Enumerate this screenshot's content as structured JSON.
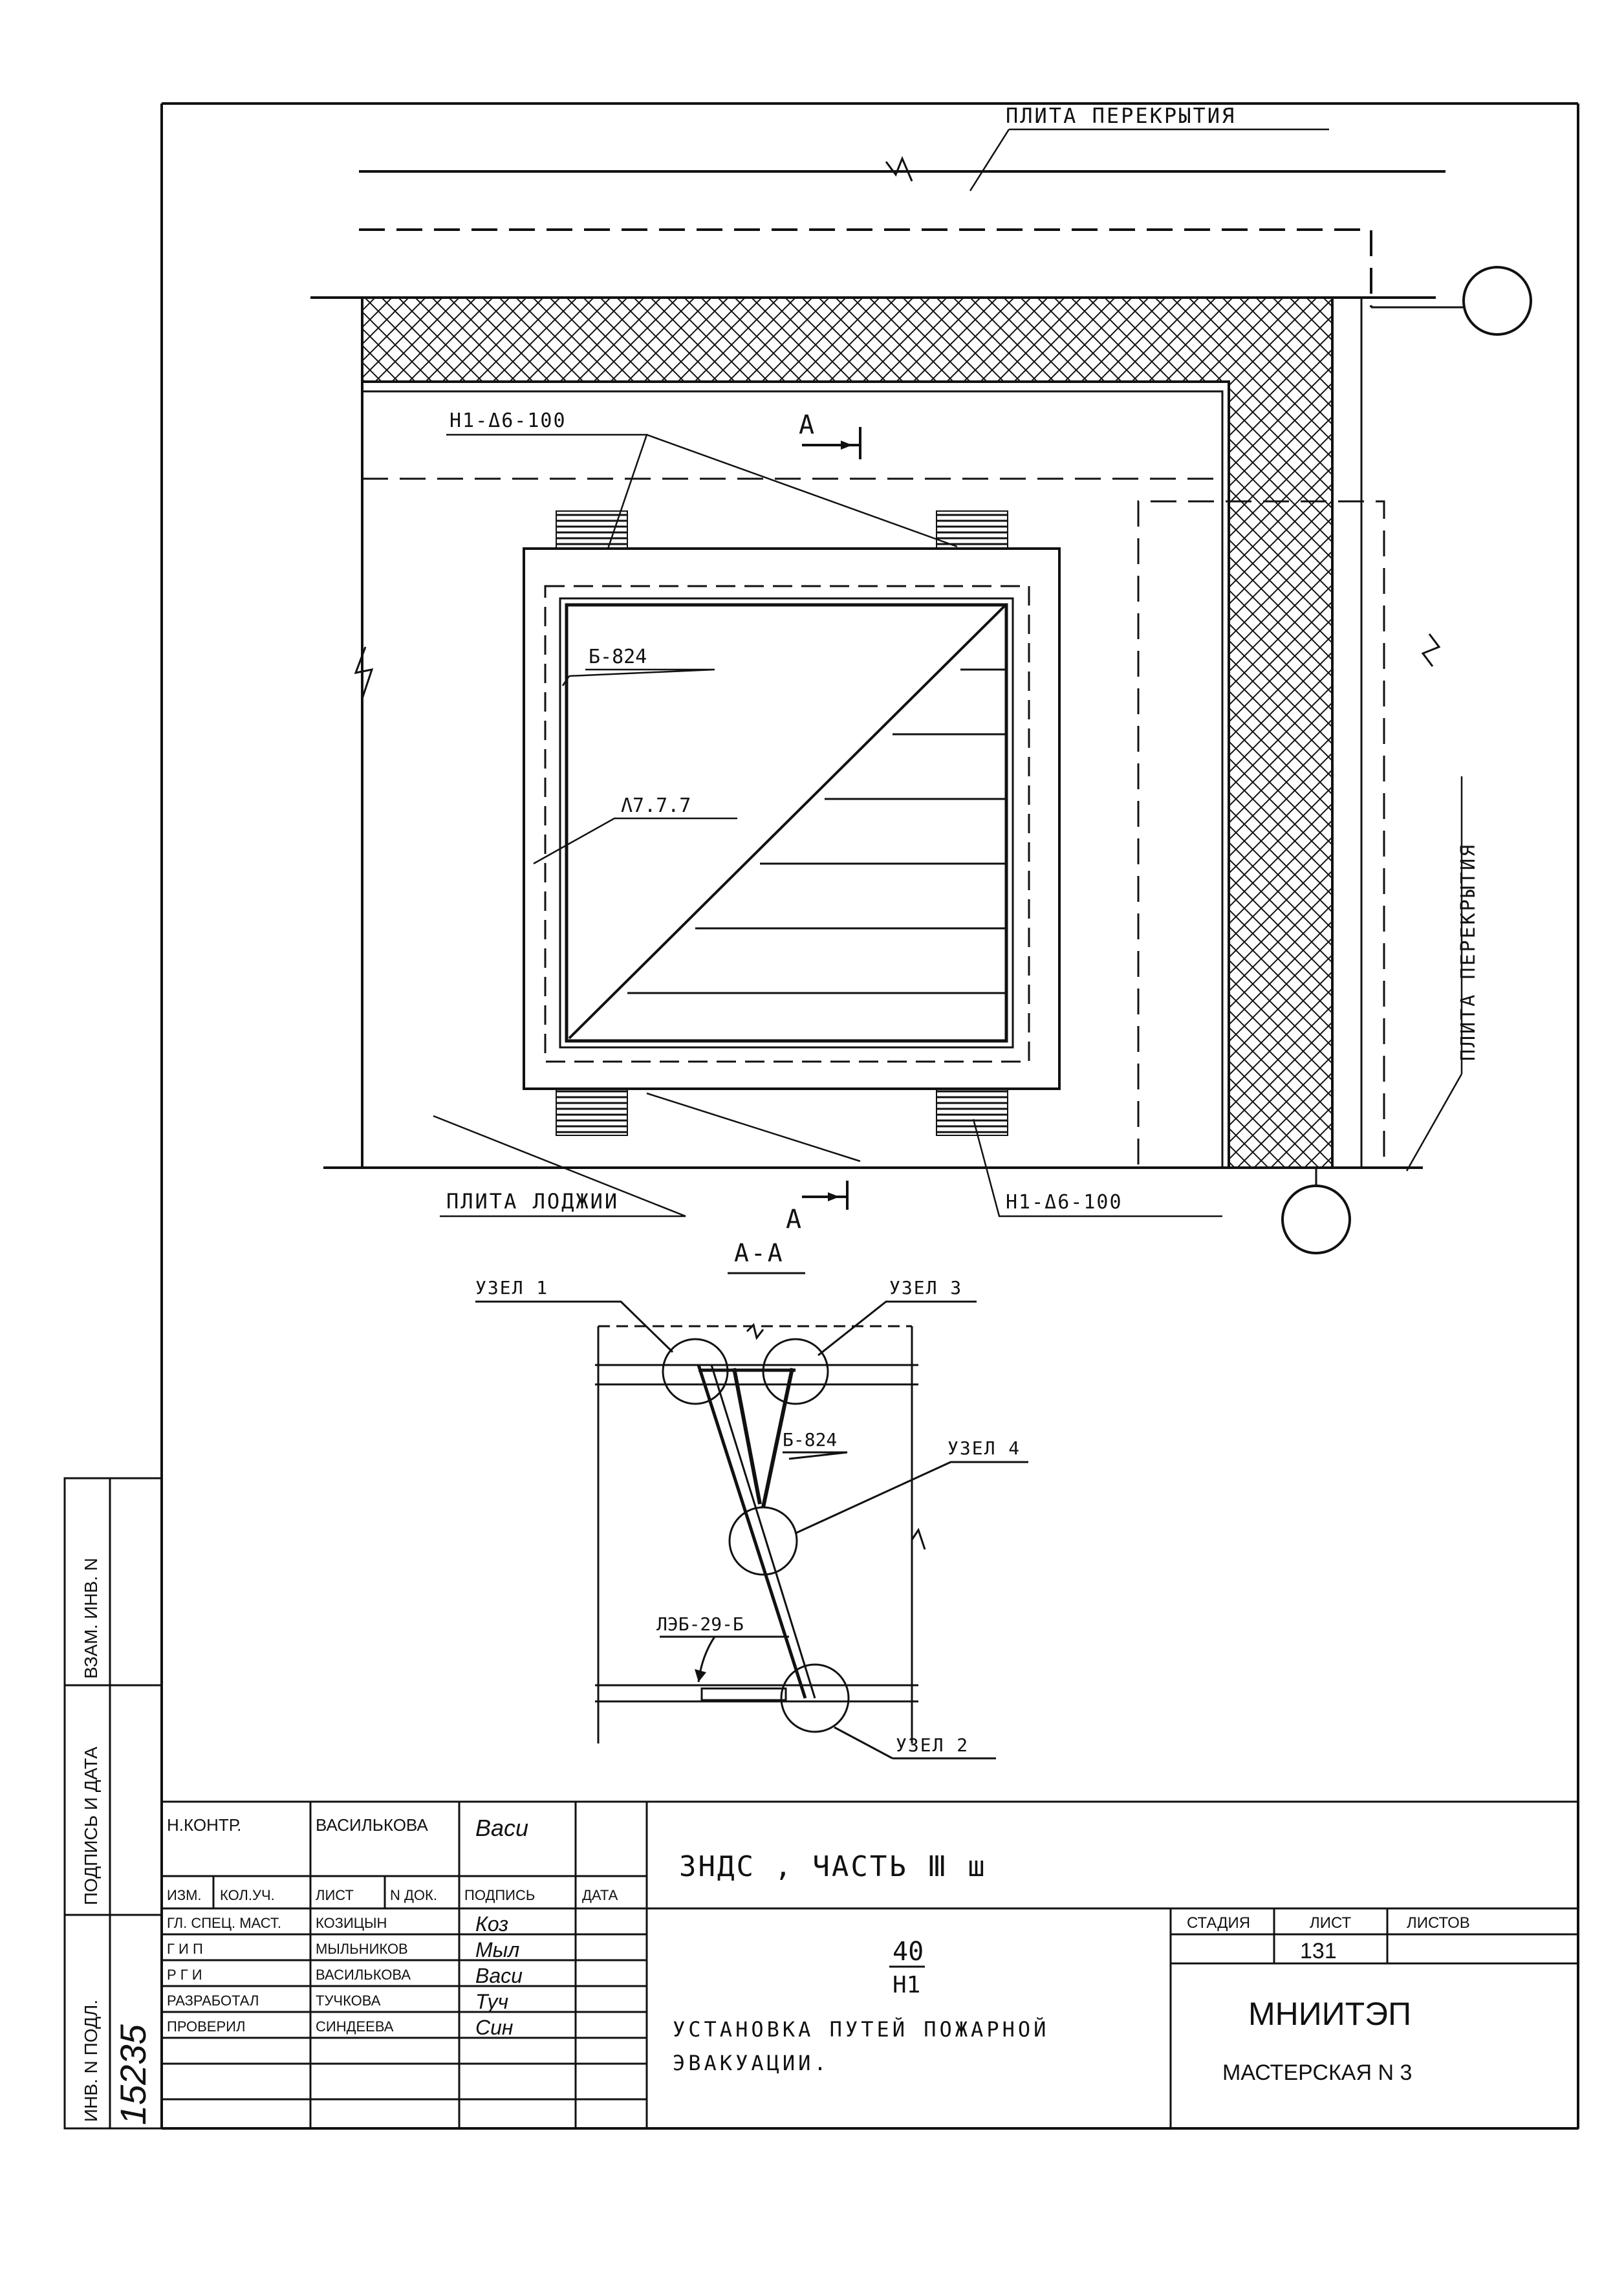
{
  "plan": {
    "label_slab_top": "ПЛИТА ПЕРЕКРЫТИЯ",
    "label_slab_right": "ПЛИТА ПЕРЕКРЫТИЯ",
    "label_loggia": "ПЛИТА ЛОДЖИИ",
    "label_anchor_top": "Н1-Δ6-100",
    "label_anchor_bottom": "Н1-Δ6-100",
    "label_frame": "Б-824",
    "label_hatch": "Λ7.7.7",
    "section_mark": "А"
  },
  "section": {
    "title": "А-А",
    "node1": "УЗЕЛ 1",
    "node2": "УЗЕЛ 2",
    "node3": "УЗЕЛ 3",
    "node4": "УЗЕЛ 4",
    "label_frame": "Б-824",
    "label_ladder": "ЛЭБ-29-Б"
  },
  "side_stamp": {
    "vzam": "ВЗАМ. ИНВ. N",
    "podpis": "ПОДПИСЬ И ДАТА",
    "inv": "ИНВ. N ПОДЛ.",
    "inv_number": "15235"
  },
  "title_block": {
    "roles": [
      {
        "role": "Н.КОНТР.",
        "name": "ВАСИЛЬКОВА",
        "sign": "Васи"
      },
      {
        "role": "ГЛ. СПЕЦ. МАСТ.",
        "name": "КОЗИЦЫН",
        "sign": "Коз"
      },
      {
        "role": "Г И П",
        "name": "МЫЛЬНИКОВ",
        "sign": "Мыл"
      },
      {
        "role": "Р Г И",
        "name": "ВАСИЛЬКОВА",
        "sign": "Васи"
      },
      {
        "role": "РАЗРАБОТАЛ",
        "name": "ТУЧКОВА",
        "sign": "Туч"
      },
      {
        "role": "ПРОВЕРИЛ",
        "name": "СИНДЕЕВА",
        "sign": "Син"
      }
    ],
    "headers": [
      "ИЗМ.",
      "КОЛ.УЧ.",
      "ЛИСТ",
      "N ДОК.",
      "ПОДПИСЬ",
      "ДАТА"
    ],
    "project": "ЗНДС , ЧАСТЬ Ⅲ ш",
    "code_numerator": "40",
    "code_denominator": "Н1",
    "description_line1": "УСТАНОВКА ПУТЕЙ ПОЖАРНОЙ",
    "description_line2": "ЭВАКУАЦИИ.",
    "stage_header": "СТАДИЯ",
    "sheet_header": "ЛИСТ",
    "sheets_header": "ЛИСТОВ",
    "sheet_value": "131",
    "org": "МНИИТЭП",
    "workshop": "МАСТЕРСКАЯ N 3"
  }
}
